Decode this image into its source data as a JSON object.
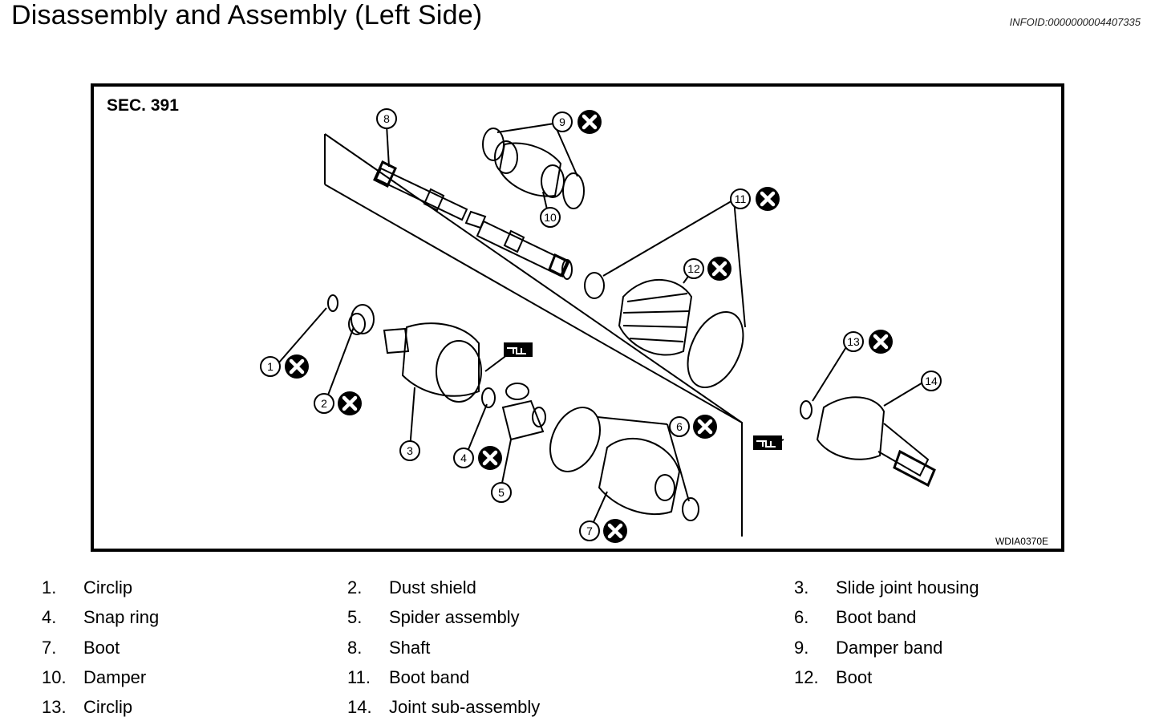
{
  "header": {
    "title": "Disassembly and Assembly (Left Side)",
    "info_id": "INFOID:0000000004407335"
  },
  "figure": {
    "section": "SEC. 391",
    "figure_id": "WDIA0370E",
    "callout_numbers": [
      "1",
      "2",
      "3",
      "4",
      "5",
      "6",
      "7",
      "8",
      "9",
      "10",
      "11",
      "12",
      "13",
      "14"
    ]
  },
  "legend": [
    {
      "num": "1.",
      "label": "Circlip"
    },
    {
      "num": "2.",
      "label": "Dust shield"
    },
    {
      "num": "3.",
      "label": "Slide joint housing"
    },
    {
      "num": "4.",
      "label": "Snap ring"
    },
    {
      "num": "5.",
      "label": "Spider assembly"
    },
    {
      "num": "6.",
      "label": "Boot band"
    },
    {
      "num": "7.",
      "label": "Boot"
    },
    {
      "num": "8.",
      "label": "Shaft"
    },
    {
      "num": "9.",
      "label": "Damper band"
    },
    {
      "num": "10.",
      "label": "Damper"
    },
    {
      "num": "11.",
      "label": "Boot band"
    },
    {
      "num": "12.",
      "label": "Boot"
    },
    {
      "num": "13.",
      "label": "Circlip"
    },
    {
      "num": "14.",
      "label": "Joint sub-assembly"
    }
  ]
}
